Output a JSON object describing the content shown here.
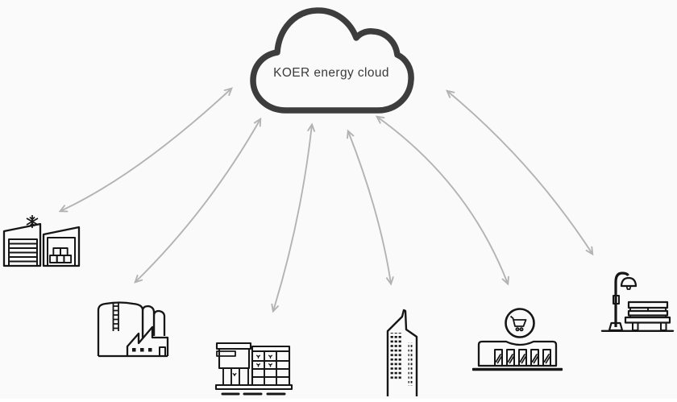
{
  "cloud": {
    "label": "KOER energy cloud"
  },
  "nodes": [
    {
      "id": "cold-storage",
      "icon": "cold-storage-warehouse-icon"
    },
    {
      "id": "factory",
      "icon": "factory-icon"
    },
    {
      "id": "supermarket",
      "icon": "supermarket-icon"
    },
    {
      "id": "office-tower",
      "icon": "office-tower-icon"
    },
    {
      "id": "shopping-mall",
      "icon": "shopping-mall-icon"
    },
    {
      "id": "street-lamp-bench",
      "icon": "street-lamp-bench-icon"
    }
  ],
  "connections": [
    {
      "from": "cloud",
      "to": "cold-storage",
      "bidirectional": true
    },
    {
      "from": "cloud",
      "to": "factory",
      "bidirectional": true
    },
    {
      "from": "cloud",
      "to": "supermarket",
      "bidirectional": true
    },
    {
      "from": "cloud",
      "to": "office-tower",
      "bidirectional": true
    },
    {
      "from": "cloud",
      "to": "shopping-mall",
      "bidirectional": true
    },
    {
      "from": "cloud",
      "to": "street-lamp-bench",
      "bidirectional": true
    }
  ],
  "colors": {
    "background": "#fafafa",
    "cloud_stroke": "#3d3d3d",
    "cloud_label": "#3b3b3b",
    "icon_stroke": "#161616",
    "arrow": "#b3b3b3"
  }
}
